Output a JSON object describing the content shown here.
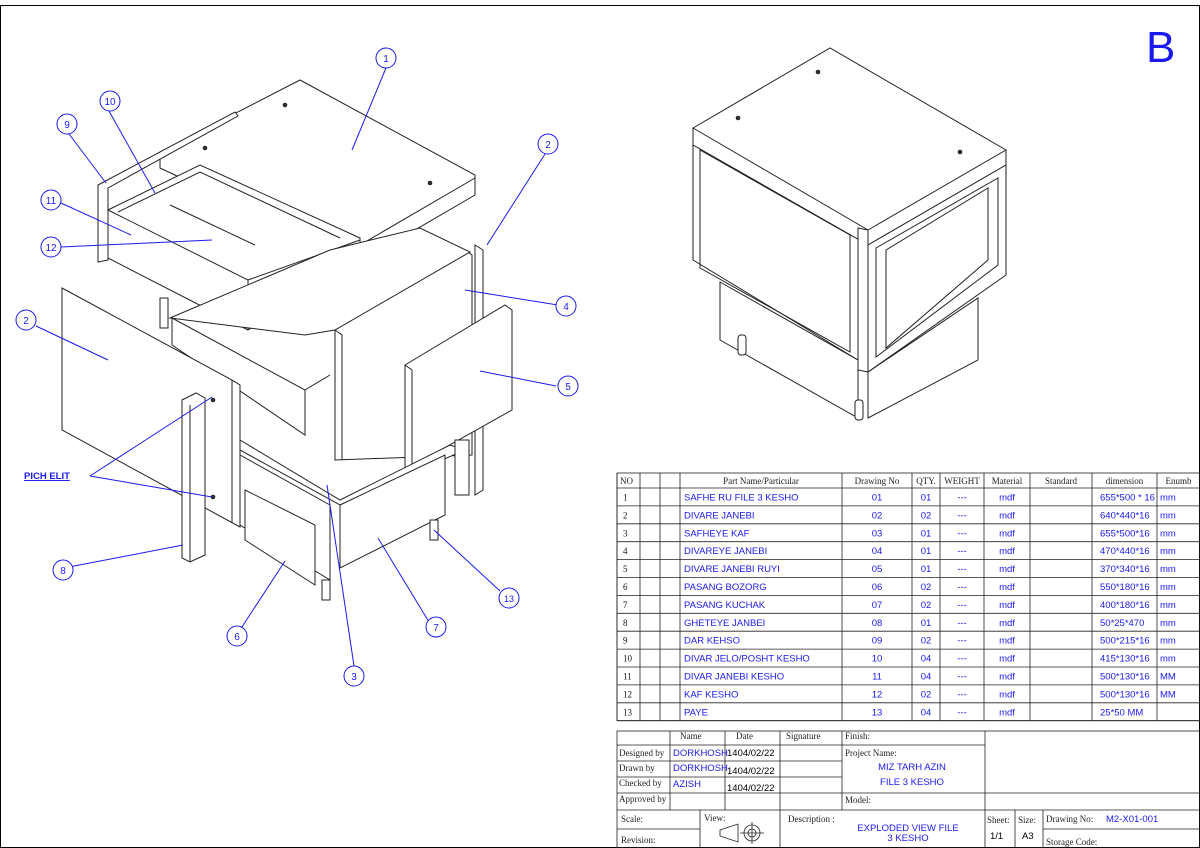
{
  "sheet_letter": "B",
  "balloons": {
    "b1": "1",
    "b2a": "2",
    "b2b": "2",
    "b3": "3",
    "b4": "4",
    "b5": "5",
    "b6": "6",
    "b7": "7",
    "b8": "8",
    "b9": "9",
    "b10": "10",
    "b11": "11",
    "b12": "12",
    "b13": "13"
  },
  "callout_label": "PICH ELIT",
  "parts_table": {
    "headers": [
      "NO",
      "Part Name/Particular",
      "Drawing No",
      "QTY.",
      "WEIGHT",
      "Material",
      "Standard",
      "dimension",
      "Enumb"
    ],
    "rows": [
      {
        "no": "1",
        "name": "SAFHE  RU FILE 3 KESHO",
        "dwg": "01",
        "qty": "01",
        "wt": "---",
        "mat": "mdf",
        "dim": "655*500 * 16",
        "unit": "mm"
      },
      {
        "no": "2",
        "name": "DIVARE JANEBI",
        "dwg": "02",
        "qty": "02",
        "wt": "---",
        "mat": "mdf",
        "dim": "640*440*16",
        "unit": "mm"
      },
      {
        "no": "3",
        "name": "SAFHEYE KAF",
        "dwg": "03",
        "qty": "01",
        "wt": "---",
        "mat": "mdf",
        "dim": "655*500*16",
        "unit": "mm"
      },
      {
        "no": "4",
        "name": "DIVAREYE JANEBI",
        "dwg": "04",
        "qty": "01",
        "wt": "---",
        "mat": "mdf",
        "dim": "470*440*16",
        "unit": "mm"
      },
      {
        "no": "5",
        "name": "DIVARE JANEBI RUYI",
        "dwg": "05",
        "qty": "01",
        "wt": "---",
        "mat": "mdf",
        "dim": "370*340*16",
        "unit": "mm"
      },
      {
        "no": "6",
        "name": "PASANG BOZORG",
        "dwg": "06",
        "qty": "02",
        "wt": "---",
        "mat": "mdf",
        "dim": "550*180*16",
        "unit": "mm"
      },
      {
        "no": "7",
        "name": "PASANG KUCHAK",
        "dwg": "07",
        "qty": "02",
        "wt": "---",
        "mat": "mdf",
        "dim": "400*180*16",
        "unit": "mm"
      },
      {
        "no": "8",
        "name": "GHETEYE JANBEI",
        "dwg": "08",
        "qty": "01",
        "wt": "---",
        "mat": "mdf",
        "dim": "50*25*470",
        "unit": "mm"
      },
      {
        "no": "9",
        "name": "DAR KEHSO",
        "dwg": "09",
        "qty": "02",
        "wt": "---",
        "mat": "mdf",
        "dim": "500*215*16",
        "unit": "mm"
      },
      {
        "no": "10",
        "name": "DIVAR JELO/POSHT KESHO",
        "dwg": "10",
        "qty": "04",
        "wt": "---",
        "mat": "mdf",
        "dim": "415*130*16",
        "unit": "mm"
      },
      {
        "no": "11",
        "name": "DIVAR JANEBI KESHO",
        "dwg": "11",
        "qty": "04",
        "wt": "---",
        "mat": "mdf",
        "dim": "500*130*16",
        "unit": "MM"
      },
      {
        "no": "12",
        "name": "KAF KESHO",
        "dwg": "12",
        "qty": "02",
        "wt": "---",
        "mat": "mdf",
        "dim": "500*130*16",
        "unit": "MM"
      },
      {
        "no": "13",
        "name": "PAYE",
        "dwg": "13",
        "qty": "04",
        "wt": "---",
        "mat": "mdf",
        "dim": "25*50 MM",
        "unit": ""
      }
    ]
  },
  "title_block": {
    "col_name": "Name",
    "col_date": "Date",
    "col_signature": "Signature",
    "finish_label": "Finish:",
    "designed_by_label": "Designed by",
    "designed_by": "DORKHOSH",
    "designed_date": "1404/02/22",
    "drawn_by_label": "Drawn by",
    "drawn_by": "DORKHOSH",
    "drawn_date": "1404/02/22",
    "checked_by_label": "Checked by",
    "checked_by": "AZISH",
    "checked_date": "1404/02/22",
    "approved_by_label": "Approved by",
    "project_name_label": "Project Name:",
    "project_name_1": "MIZ TARH AZIN",
    "project_name_2": "FILE 3 KESHO",
    "model_label": "Model:",
    "scale_label": "Scale:",
    "revision_label": "Revision:",
    "view_label": "View:",
    "description_label": "Description :",
    "description_1": "EXPLODED VIEW FILE",
    "description_2": "3 KESHO",
    "sheet_label": "Sheet:",
    "sheet_value": "1/1",
    "size_label": "Size:",
    "size_value": "A3",
    "drawing_no_label": "Drawing No:",
    "drawing_no": "M2-X01-001",
    "storage_code_label": "Storage Code:"
  }
}
